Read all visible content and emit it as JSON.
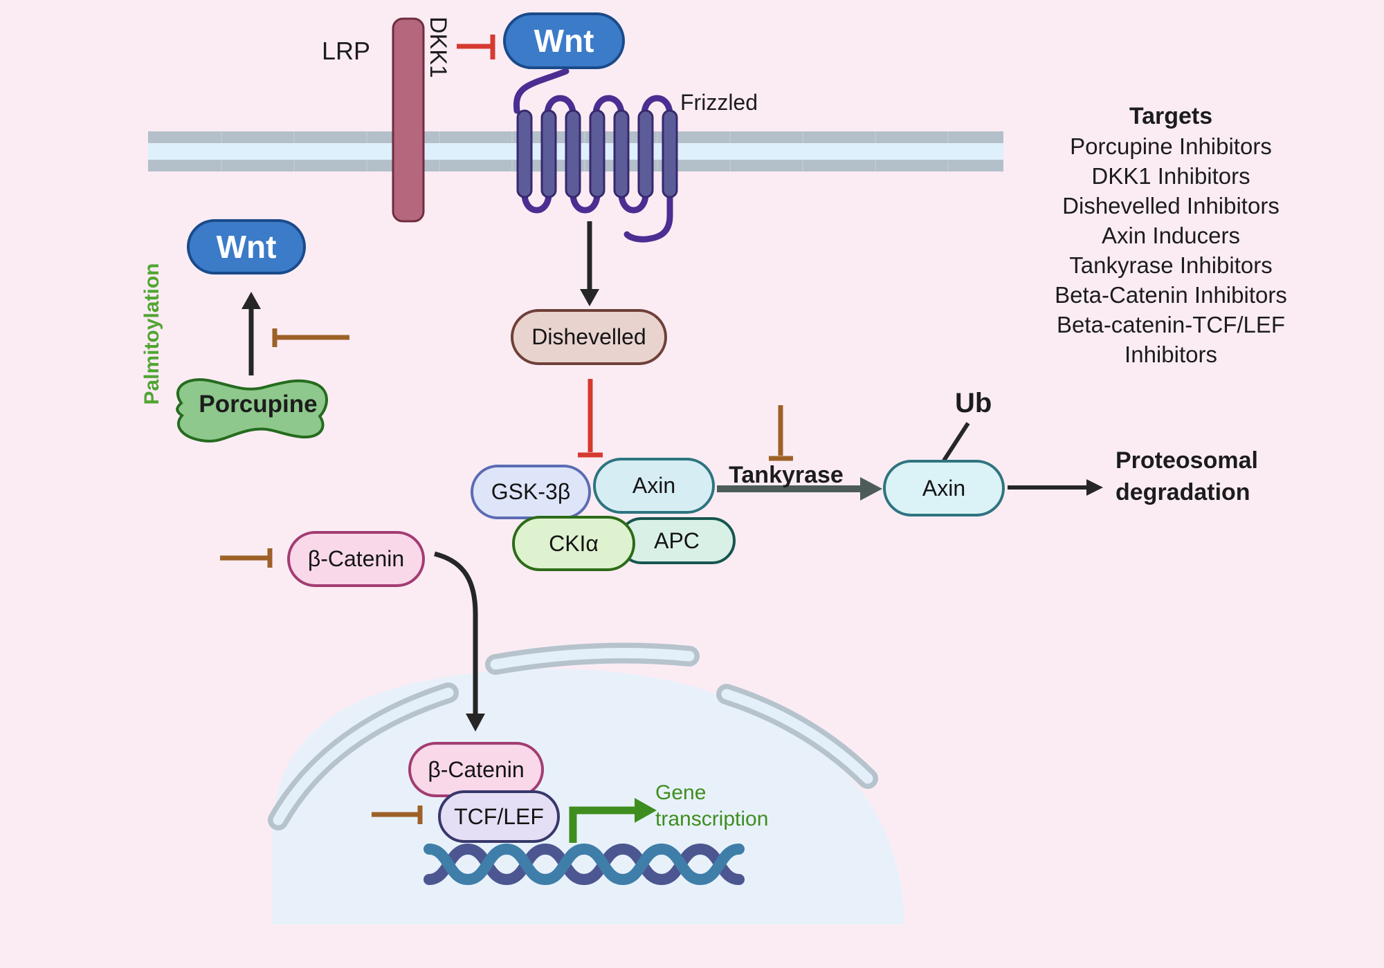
{
  "labels": {
    "lrp": "LRP",
    "dkk1": "DKK1",
    "frizzled": "Frizzled",
    "palmitoylation": "Palmitoylation",
    "porcupine": "Porcupine",
    "tankyrase": "Tankyrase",
    "ub": "Ub",
    "proteosomal_line1": "Proteosomal",
    "proteosomal_line2": "degradation",
    "gene_line1": "Gene",
    "gene_line2": "transcription"
  },
  "nodes": {
    "wnt_top": "Wnt",
    "wnt_left": "Wnt",
    "dishevelled": "Dishevelled",
    "gsk3b": "GSK-3β",
    "axin_complex": "Axin",
    "ckia": "CKIα",
    "apc": "APC",
    "beta_catenin_cytoplasm": "β-Catenin",
    "axin_degraded": "Axin",
    "beta_catenin_nucleus": "β-Catenin",
    "tcf_lef": "TCF/LEF"
  },
  "targets_panel": {
    "title": "Targets",
    "items": [
      "Porcupine Inhibitors",
      "DKK1 Inhibitors",
      "Dishevelled Inhibitors",
      "Axin Inducers",
      "Tankyrase Inhibitors",
      "Beta-Catenin Inhibitors",
      "Beta-catenin-TCF/LEF Inhibitors"
    ]
  },
  "colors": {
    "background": "#fbecf4",
    "membrane_gray": "#b3bfc9",
    "membrane_core": "#dff0fd",
    "lrp_bar_fill": "#b4677d",
    "lrp_bar_stroke": "#6f2d3f",
    "wnt_fill": "#3b7bc8",
    "wnt_stroke": "#1a4a8a",
    "frizzled_helix": "#5c5c99",
    "frizzled_loop": "#4b2e91",
    "dishevelled_fill": "#e9d3ce",
    "dishevelled_stroke": "#6e4038",
    "gsk3b_fill": "#dee5f9",
    "gsk3b_stroke": "#5b6cb2",
    "axin_fill": "#d6eef3",
    "axin_stroke": "#2e7480",
    "ckia_fill": "#def2cf",
    "ckia_stroke": "#2c6b17",
    "apc_fill": "#d9f0e7",
    "apc_stroke": "#17554e",
    "beta_catenin_fill": "#f8d8e9",
    "beta_catenin_stroke": "#a23c71",
    "tcf_fill": "#e5dff5",
    "tcf_stroke": "#37386a",
    "porcupine_fill": "#8ec88c",
    "porcupine_stroke": "#256b1f",
    "inhibitor_red": "#d63a2f",
    "inhibitor_brown": "#9d6127",
    "arrow_black": "#262626",
    "arrow_gray": "#4d5c59",
    "green": "#3e8d1f",
    "nucleus_fill": "#e8f1fa",
    "envelope_gray": "#b6c3cc",
    "dna_strand_dark": "#4c5690",
    "dna_strand_blue": "#3f7ea9",
    "palmitoylation_green": "#50a532"
  }
}
